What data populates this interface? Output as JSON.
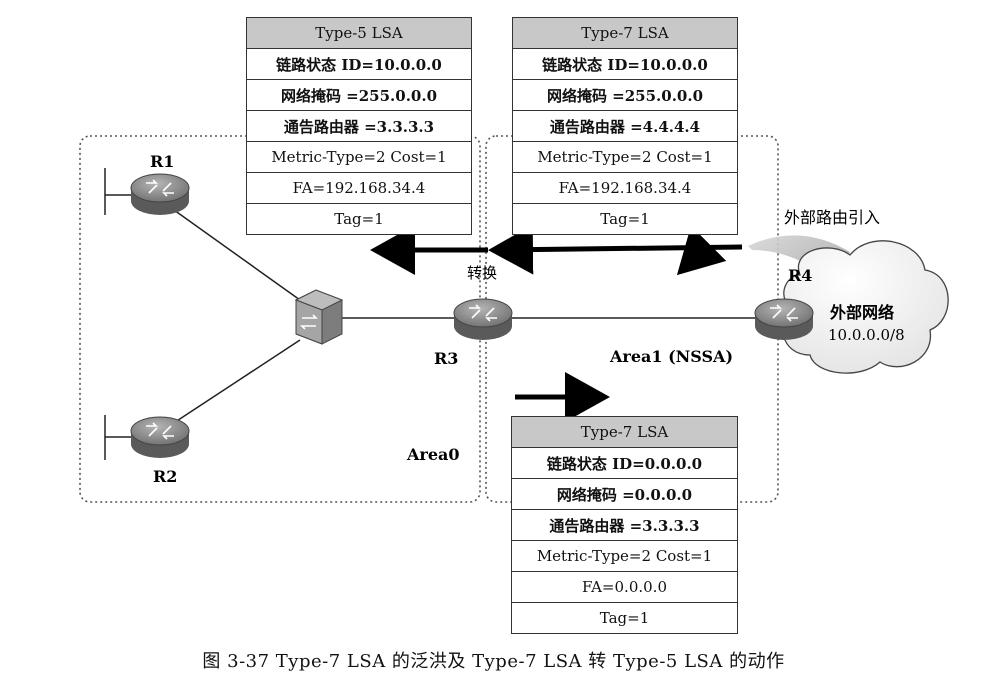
{
  "lsa_tables": [
    {
      "id": "type5-lsa",
      "header": "Type-5 LSA",
      "rows": [
        "链路状态 ID=10.0.0.0",
        "网络掩码 =255.0.0.0",
        "通告路由器 =3.3.3.3",
        "Metric-Type=2  Cost=1",
        "FA=192.168.34.4",
        "Tag=1"
      ]
    },
    {
      "id": "type7-lsa-top",
      "header": "Type-7 LSA",
      "rows": [
        "链路状态 ID=10.0.0.0",
        "网络掩码 =255.0.0.0",
        "通告路由器 =4.4.4.4",
        "Metric-Type=2  Cost=1",
        "FA=192.168.34.4",
        "Tag=1"
      ]
    },
    {
      "id": "type7-lsa-bottom",
      "header": "Type-7 LSA",
      "rows": [
        "链路状态 ID=0.0.0.0",
        "网络掩码 =0.0.0.0",
        "通告路由器 =3.3.3.3",
        "Metric-Type=2  Cost=1",
        "FA=0.0.0.0",
        "Tag=1"
      ]
    }
  ],
  "routers": {
    "r1": "R1",
    "r2": "R2",
    "r3": "R3",
    "r4": "R4"
  },
  "areas": {
    "area0": "Area0",
    "area1": "Area1 (NSSA)"
  },
  "labels": {
    "conversion": "转换",
    "external_import": "外部路由引入",
    "external_network": "外部网络",
    "external_prefix": "10.0.0.0/8"
  },
  "caption": "图 3-37   Type-7 LSA 的泛洪及 Type-7 LSA 转 Type-5 LSA 的动作",
  "colors": {
    "router": "#8a8a8a",
    "header": "#c8c8c8",
    "switch": "#9a9a9a"
  }
}
